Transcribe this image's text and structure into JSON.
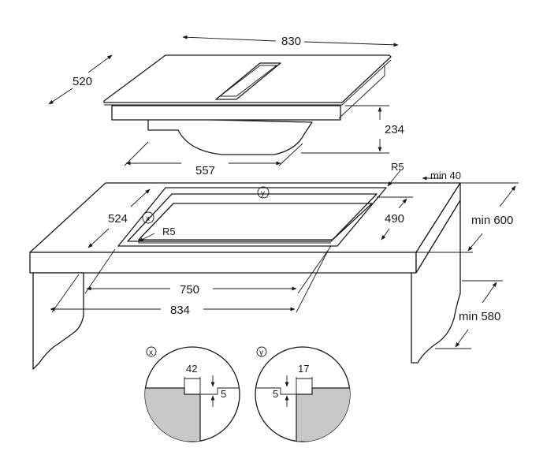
{
  "dimensions": {
    "hob_width": "830",
    "hob_depth": "520",
    "hob_height": "234",
    "hob_underside_width": "557",
    "radius_top": "R5",
    "min_wall": "min 40",
    "cutout_depth": "524",
    "cutout_width_inner": "490",
    "radius_cutout": "R5",
    "min_depth": "min 600",
    "cutout_width": "750",
    "outer_width": "834",
    "min_height": "min 580"
  },
  "detail_x": {
    "tag": "x",
    "width": "42",
    "depth": "5"
  },
  "detail_y": {
    "tag": "y",
    "width": "17",
    "depth": "5"
  },
  "colors": {
    "line": "#1a1a1a",
    "cut_fill": "#c8c8c8",
    "background": "#ffffff"
  }
}
